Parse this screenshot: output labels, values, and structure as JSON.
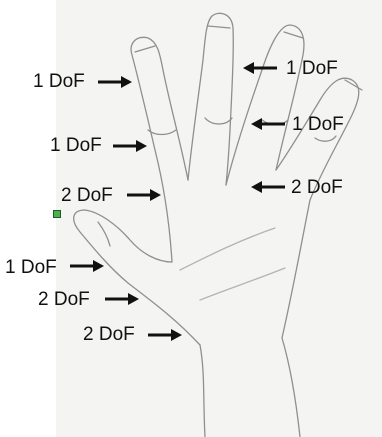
{
  "figure": {
    "labels": [
      {
        "id": "index-distal",
        "text": "1 DoF"
      },
      {
        "id": "index-proximal",
        "text": "1 DoF"
      },
      {
        "id": "index-base",
        "text": "2 DoF"
      },
      {
        "id": "thumb-distal",
        "text": "1 DoF"
      },
      {
        "id": "thumb-middle",
        "text": "2 DoF"
      },
      {
        "id": "thumb-base",
        "text": "2 DoF"
      },
      {
        "id": "ring-distal",
        "text": "1 DoF"
      },
      {
        "id": "ring-proximal",
        "text": "1 DoF"
      },
      {
        "id": "ring-base",
        "text": "2 DoF"
      }
    ],
    "colors": {
      "ink": "#111111",
      "paper": "#f4f4f2",
      "pencil": "#8a8a8a",
      "handle": "#4caf50"
    }
  }
}
